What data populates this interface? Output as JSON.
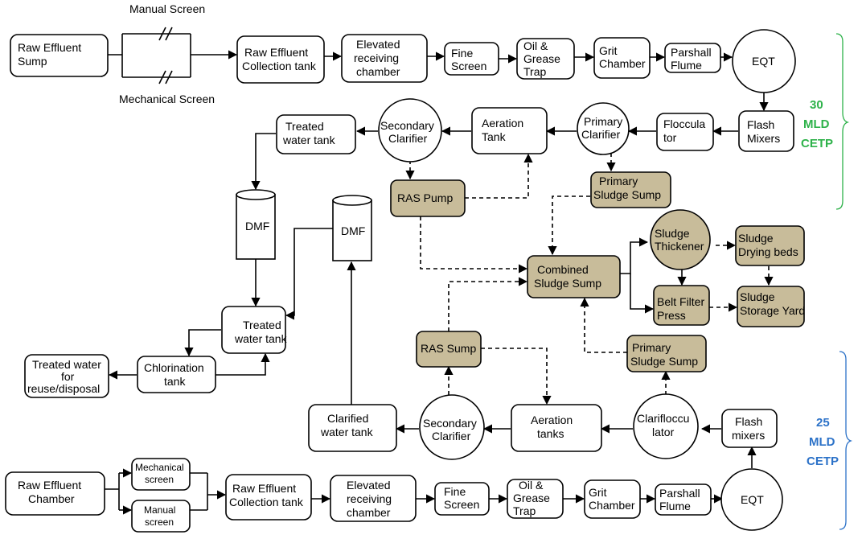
{
  "colors": {
    "sludge_fill": "#c8bc9a",
    "cetp30": "#2eb24a",
    "cetp25": "#2c72c8"
  },
  "top": {
    "raw_sump": [
      "Raw Effluent",
      "Sump"
    ],
    "manual_screen": "Manual Screen",
    "mechanical_screen": "Mechanical Screen",
    "collection": [
      "Raw Effluent",
      "Collection tank"
    ],
    "elevated": [
      "Elevated",
      "receiving",
      "chamber"
    ],
    "fine": [
      "Fine",
      "Screen"
    ],
    "oil": [
      "Oil &",
      "Grease",
      "Trap"
    ],
    "grit": [
      "Grit",
      "Chamber"
    ],
    "parshall": [
      "Parshall",
      "Flume"
    ],
    "eqt": "EQT",
    "flash": [
      "Flash",
      "Mixers"
    ],
    "flocculator": [
      "Floccula",
      "tor"
    ],
    "primary_clarifier": [
      "Primary",
      "Clarifier"
    ],
    "aeration": [
      "Aeration",
      "Tank"
    ],
    "secondary_clarifier": [
      "Secondary",
      "Clarifier"
    ],
    "treated_tank": [
      "Treated",
      "water tank"
    ],
    "ras_pump": "RAS Pump",
    "primary_sludge": [
      "Primary",
      "Sludge Sump"
    ],
    "cetp": [
      "30",
      "MLD",
      "CETP"
    ]
  },
  "middle": {
    "dmf_left": "DMF",
    "dmf_right": "DMF",
    "treated_tank": [
      "Treated",
      "water tank"
    ],
    "chlorination": [
      "Chlorination",
      "tank"
    ],
    "treated_reuse": [
      "Treated water",
      "for",
      "reuse/disposal"
    ],
    "combined_sludge": [
      "Combined",
      "Sludge Sump"
    ],
    "thickener": [
      "Sludge",
      "Thickener"
    ],
    "drying": [
      "Sludge",
      "Drying beds"
    ],
    "belt": [
      "Belt Filter",
      "Press"
    ],
    "storage": [
      "Sludge",
      "Storage Yard"
    ]
  },
  "bottom": {
    "ras_sump": "RAS Sump",
    "primary_sludge": [
      "Primary",
      "Sludge Sump"
    ],
    "clarified": [
      "Clarified",
      "water tank"
    ],
    "secondary_clarifier": [
      "Secondary",
      "Clarifier"
    ],
    "aeration": [
      "Aeration",
      "tanks"
    ],
    "clariflocculator": [
      "Clarifloccu",
      "lator"
    ],
    "flash": [
      "Flash",
      "mixers"
    ],
    "raw_chamber": [
      "Raw Effluent",
      "Chamber"
    ],
    "mechanical": [
      "Mechanical",
      "screen"
    ],
    "manual": [
      "Manual",
      "screen"
    ],
    "collection": [
      "Raw Effluent",
      "Collection tank"
    ],
    "elevated": [
      "Elevated",
      "receiving",
      "chamber"
    ],
    "fine": [
      "Fine",
      "Screen"
    ],
    "oil": [
      "Oil &",
      "Grease",
      "Trap"
    ],
    "grit": [
      "Grit",
      "Chamber"
    ],
    "parshall": [
      "Parshall",
      "Flume"
    ],
    "eqt": "EQT",
    "cetp": [
      "25",
      "MLD",
      "CETP"
    ]
  }
}
